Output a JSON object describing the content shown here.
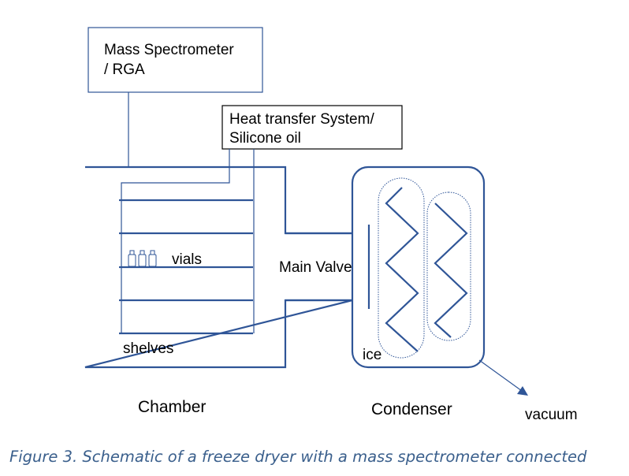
{
  "diagram": {
    "mass_spec": {
      "line1": "Mass Spectrometer",
      "line2": "/ RGA"
    },
    "heat_transfer": {
      "line1": "Heat transfer System/",
      "line2": "Silicone oil"
    },
    "vials_label": "vials",
    "shelves_label": "shelves",
    "main_valve_label": "Main Valve",
    "ice_label": "ice",
    "chamber_label": "Chamber",
    "condenser_label": "Condenser",
    "vacuum_label": "vacuum",
    "colors": {
      "frame": "#2f5597",
      "outline": "#000000",
      "caption": "#3a5f8c"
    }
  },
  "caption": "Figure 3. Schematic of a freeze dryer with a mass spectrometer connected"
}
